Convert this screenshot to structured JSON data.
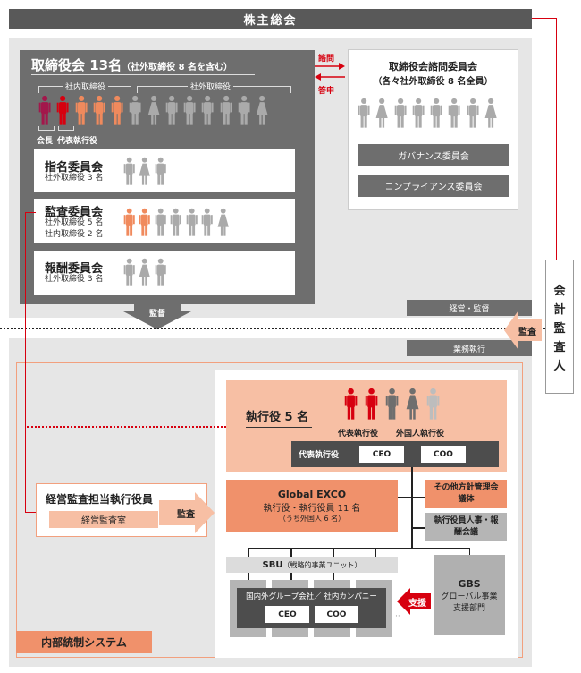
{
  "shareholders": "株主総会",
  "board": {
    "title": "取締役会 13名",
    "note": "（社外取締役 8 名を含む）",
    "internal_label": "社内取締役",
    "external_label": "社外取締役",
    "chairman_label": "会長",
    "rep_exec_label": "代表執行役",
    "people": [
      {
        "color": "#a3174b",
        "g": "m"
      },
      {
        "color": "#d7000f",
        "g": "m"
      },
      {
        "color": "#f08a5d",
        "g": "m"
      },
      {
        "color": "#f08a5d",
        "g": "m"
      },
      {
        "color": "#f08a5d",
        "g": "m"
      },
      {
        "color": "#aaaaaa",
        "g": "m"
      },
      {
        "color": "#aaaaaa",
        "g": "f"
      },
      {
        "color": "#aaaaaa",
        "g": "m"
      },
      {
        "color": "#aaaaaa",
        "g": "m"
      },
      {
        "color": "#aaaaaa",
        "g": "m"
      },
      {
        "color": "#aaaaaa",
        "g": "m"
      },
      {
        "color": "#aaaaaa",
        "g": "m"
      },
      {
        "color": "#aaaaaa",
        "g": "f"
      }
    ]
  },
  "committees": [
    {
      "name": "指名委員会",
      "lines": [
        "社外取締役 3 名"
      ],
      "people": [
        {
          "color": "#aaaaaa",
          "g": "m"
        },
        {
          "color": "#aaaaaa",
          "g": "f"
        },
        {
          "color": "#aaaaaa",
          "g": "m"
        }
      ]
    },
    {
      "name": "監査委員会",
      "lines": [
        "社外取締役 5 名",
        "社内取締役 2 名"
      ],
      "people": [
        {
          "color": "#f08a5d",
          "g": "m"
        },
        {
          "color": "#f08a5d",
          "g": "m"
        },
        {
          "color": "#aaaaaa",
          "g": "m"
        },
        {
          "color": "#aaaaaa",
          "g": "m"
        },
        {
          "color": "#aaaaaa",
          "g": "m"
        },
        {
          "color": "#aaaaaa",
          "g": "m"
        },
        {
          "color": "#aaaaaa",
          "g": "f"
        }
      ]
    },
    {
      "name": "報酬委員会",
      "lines": [
        "社外取締役 3 名"
      ],
      "people": [
        {
          "color": "#aaaaaa",
          "g": "m"
        },
        {
          "color": "#aaaaaa",
          "g": "f"
        },
        {
          "color": "#aaaaaa",
          "g": "m"
        }
      ]
    }
  ],
  "consult": "諮問",
  "report": "答申",
  "advisory": {
    "title": "取締役会諮問委員会",
    "sub": "（各々社外取締役 8 名全員）",
    "people": [
      {
        "color": "#aaaaaa",
        "g": "m"
      },
      {
        "color": "#aaaaaa",
        "g": "f"
      },
      {
        "color": "#aaaaaa",
        "g": "m"
      },
      {
        "color": "#aaaaaa",
        "g": "m"
      },
      {
        "color": "#aaaaaa",
        "g": "m"
      },
      {
        "color": "#aaaaaa",
        "g": "m"
      },
      {
        "color": "#aaaaaa",
        "g": "m"
      },
      {
        "color": "#aaaaaa",
        "g": "f"
      }
    ],
    "governance": "ガバナンス委員会",
    "compliance": "コンプライアンス委員会"
  },
  "supervise": "監督",
  "mgmt_supervision": "経営・監督",
  "business_execution": "業務執行",
  "audit": "監査",
  "auditor": [
    "会",
    "計",
    "監",
    "査",
    "人"
  ],
  "executives": {
    "title": "執行役 5 名",
    "rep_label": "代表執行役",
    "foreign_label": "外国人執行役",
    "people": [
      {
        "color": "#d7000f",
        "g": "m"
      },
      {
        "color": "#d7000f",
        "g": "m"
      },
      {
        "color": "#6e6e6e",
        "g": "m"
      },
      {
        "color": "#6e6e6e",
        "g": "f"
      },
      {
        "color": "#bdbdbd",
        "g": "m"
      }
    ],
    "bar_label": "代表執行役",
    "ceo": "CEO",
    "coo": "COO"
  },
  "global_exco": {
    "title": "Global EXCO",
    "line1": "執行役・執行役員 11 名",
    "line2": "（うち外国人 6 名）"
  },
  "other_policy": "その他方針管理会議体",
  "hr_comp": "執行役員人事・報酬会議",
  "sbu": {
    "title": "SBU",
    "sub": "（戦略的事業ユニット）"
  },
  "group": {
    "title": "国内外グループ会社／ 社内カンパニー",
    "ceo": "CEO",
    "coo": "COO"
  },
  "support": "支援",
  "gbs": {
    "title": "GBS",
    "line1": "グローバル事業",
    "line2": "支援部門"
  },
  "internal_audit": {
    "title": "経営監査担当執行役員",
    "dept": "経営監査室",
    "arrow": "監査"
  },
  "internal_control": "内部統制システム"
}
